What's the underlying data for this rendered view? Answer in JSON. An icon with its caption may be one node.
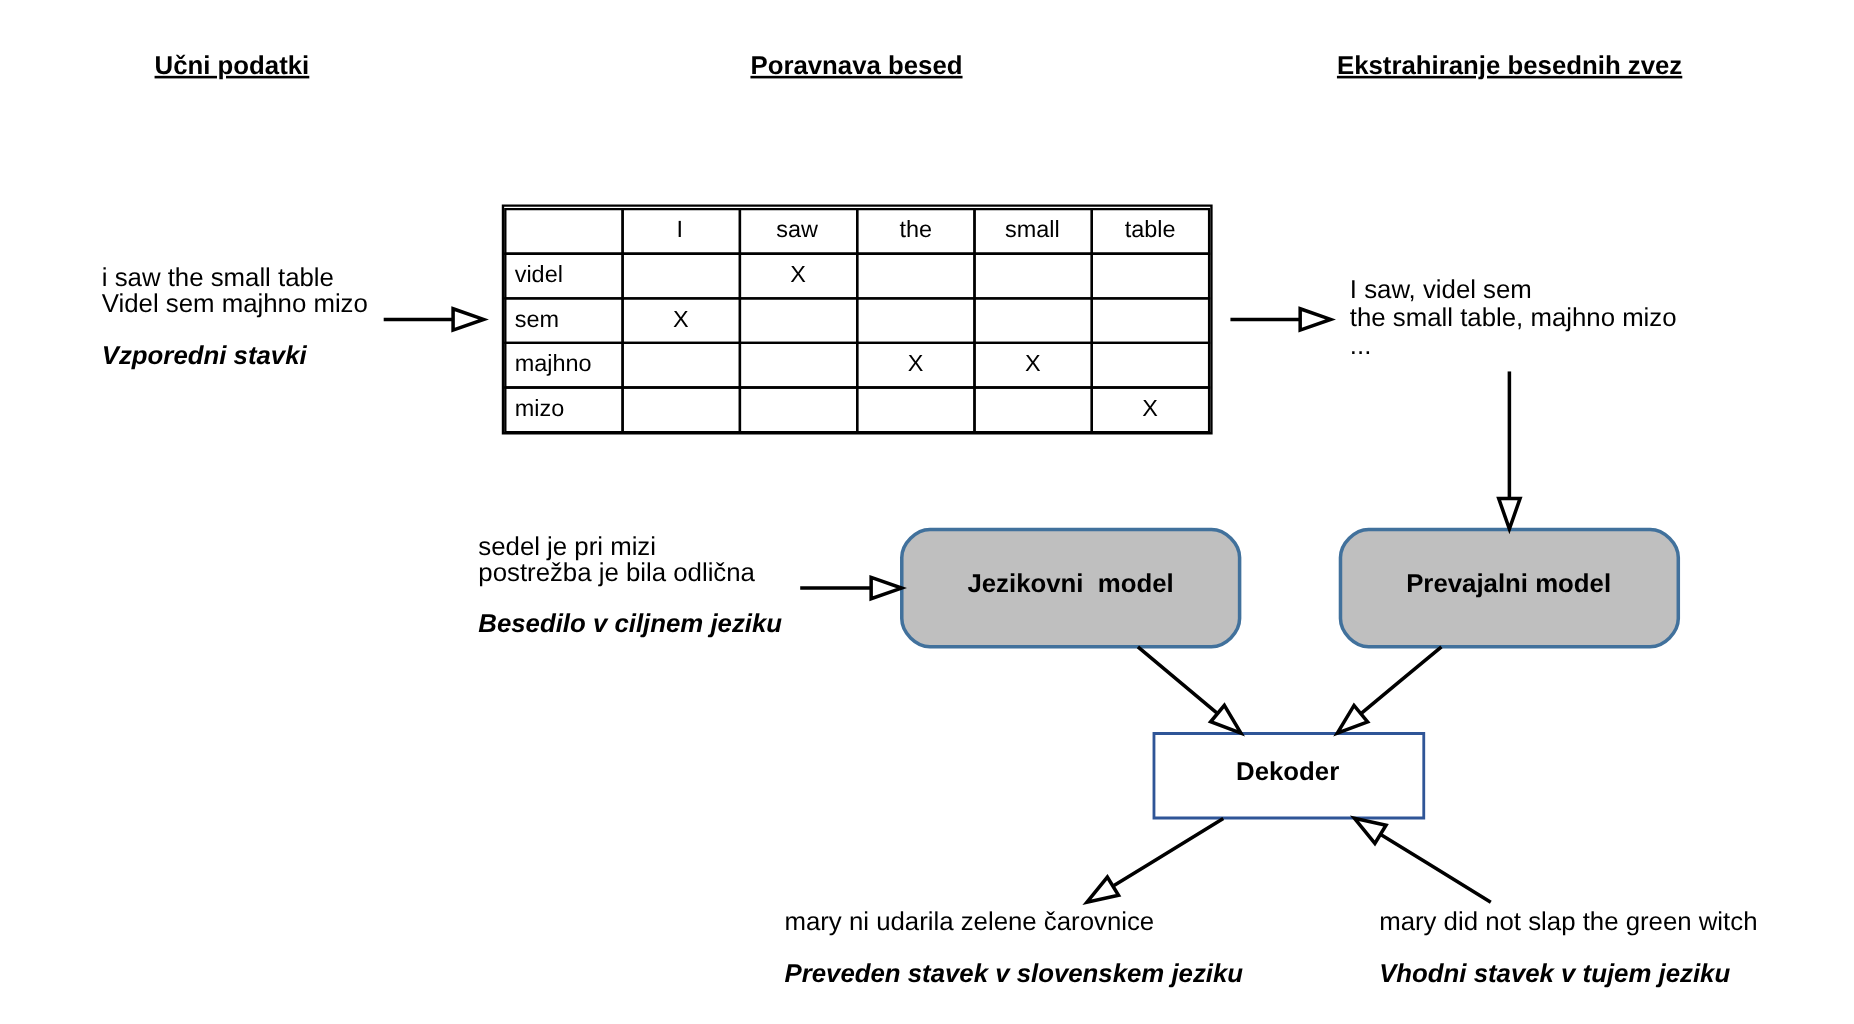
{
  "diagram": {
    "nodes": [
      {
        "text": [
          "i saw the small table",
          "Videl sem majhno mizo"
        ],
        "beside": [
          "Vzporedni stavki"
        ]
      },
      {
        "text": [
          "I",
          "saw",
          "the",
          "small",
          "table",
          "videl",
          "X",
          "sem",
          "X",
          "majhno",
          "X",
          "X",
          "mizo",
          "X"
        ]
      },
      {
        "text": [
          "I saw, videl sem",
          "the small table, majhno mizo",
          "..."
        ]
      },
      {
        "text": [
          "sedel je pri mizi",
          "postrežba je bila odlična"
        ],
        "beside": [
          "Besedilo v ciljnem jeziku"
        ]
      },
      {
        "text": [
          "Jezikovni  model"
        ]
      },
      {
        "text": [
          "Prevajalni model"
        ]
      },
      {
        "text": [
          "Dekoder"
        ]
      },
      {
        "text": [
          "mary did not slap the green witch"
        ],
        "beside": [
          "Vhodni stavek v tujem jeziku"
        ]
      },
      {
        "text": [
          "mary ni udarila zelene čarovnice"
        ],
        "beside": [
          "Preveden stavek v slovenskem jeziku"
        ]
      }
    ],
    "edges": [
      {
        "from": 0,
        "to": 1,
        "arrow": "to"
      },
      {
        "from": 1,
        "to": 2,
        "arrow": "to"
      },
      {
        "from": 2,
        "to": 5,
        "arrow": "to"
      },
      {
        "from": 3,
        "to": 4,
        "arrow": "to"
      },
      {
        "from": 4,
        "to": 6,
        "arrow": "to"
      },
      {
        "from": 5,
        "to": 6,
        "arrow": "to"
      },
      {
        "from": 7,
        "to": 6,
        "arrow": "to"
      },
      {
        "from": 6,
        "to": 8,
        "arrow": "to"
      }
    ],
    "labels": [
      "Učni podatki",
      "Poravnava besed",
      "Ekstrahiranje besednih zvez"
    ]
  }
}
